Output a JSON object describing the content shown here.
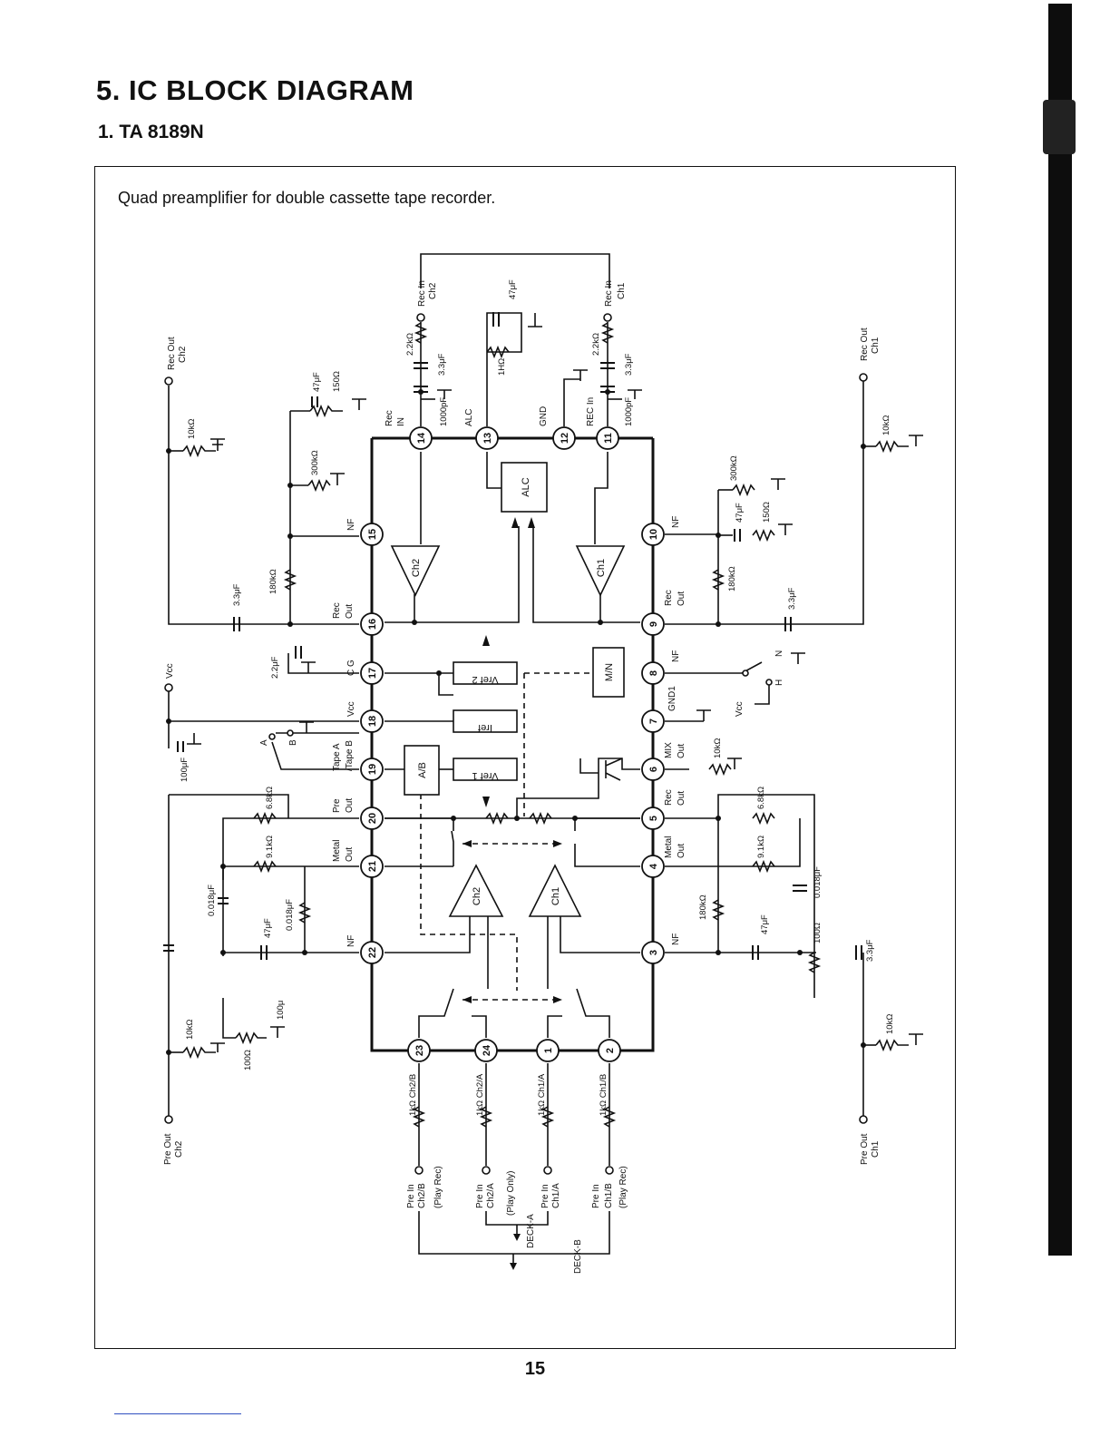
{
  "page": {
    "heading": "5. IC BLOCK DIAGRAM",
    "subheading": "1. TA 8189N",
    "description": "Quad preamplifier for double cassette tape recorder.",
    "page_number": "15"
  },
  "pins": {
    "p1": "1",
    "p2": "2",
    "p3": "3",
    "p4": "4",
    "p5": "5",
    "p6": "6",
    "p7": "7",
    "p8": "8",
    "p9": "9",
    "p10": "10",
    "p11": "11",
    "p12": "12",
    "p13": "13",
    "p14": "14",
    "p15": "15",
    "p16": "16",
    "p17": "17",
    "p18": "18",
    "p19": "19",
    "p20": "20",
    "p21": "21",
    "p22": "22",
    "p23": "23",
    "p24": "24"
  },
  "blocks": {
    "alc": "ALC",
    "mn": "M/N",
    "vref2": "Vref 2",
    "iref": "Iref",
    "vref1": "Vref 1",
    "ab": "A/B",
    "ch2_rec": "Ch2",
    "ch1_rec": "Ch1",
    "ch2_pre": "Ch2",
    "ch1_pre": "Ch1"
  },
  "pin_labels": {
    "rec_in_14": "Rec",
    "rec_in_14b": "IN",
    "alc_13": "ALC",
    "gnd_12": "GND",
    "rec_in_11": "REC In",
    "nf_15": "NF",
    "rec_out_16": "Rec",
    "rec_out_16b": "Out",
    "cg_17": "C G",
    "vcc_18": "Vcc",
    "tape_19a": "Tape A",
    "tape_19b": "/Tape B",
    "pre_20": "Pre",
    "pre_20b": "Out",
    "metal_21": "Metal",
    "metal_21b": "Out",
    "nf_22": "NF",
    "nf_10": "NF",
    "rec_out_9": "Rec",
    "rec_out_9b": "Out",
    "nf_8": "NF",
    "gnd1_7": "GND1",
    "mix_6": "MIX",
    "mix_6b": "Out",
    "rec_out_5": "Rec",
    "rec_out_5b": "Out",
    "metal_4": "Metal",
    "metal_4b": "Out",
    "nf_3": "NF"
  },
  "terminals": {
    "rec_in_ch2": "Rec In",
    "rec_in_ch2b": "Ch2",
    "rec_in_ch1": "Rec In",
    "rec_in_ch1b": "Ch1",
    "rec_out_ch2": "Rec Out",
    "rec_out_ch2b": "Ch2",
    "rec_out_ch1": "Rec Out",
    "rec_out_ch1b": "Ch1",
    "vcc_left": "Vcc",
    "vcc_right": "Vcc",
    "pre_out_ch2": "Pre Out",
    "pre_out_ch2b": "Ch2",
    "pre_out_ch1": "Pre Out",
    "pre_out_ch1b": "Ch1",
    "pre_in_23": "Pre In",
    "pre_in_23b": "Ch2/B",
    "pre_in_23c": "(Play Rec)",
    "pre_in_24": "Pre In",
    "pre_in_24b": "Ch2/A",
    "pre_in_24c": "(Play Only)",
    "pre_in_1": "Pre In",
    "pre_in_1b": "Ch1/A",
    "pre_in_2": "Pre In",
    "pre_in_2b": "Ch1/B",
    "pre_in_2c": "(Play Rec)",
    "deck_a": "DECK-A",
    "deck_b": "DECK-B",
    "sw_a": "A",
    "sw_b": "B",
    "sw_n": "N",
    "sw_h": "H"
  },
  "components": {
    "r_2k2_l": "2.2kΩ",
    "c_3u3_l": "3.3μF",
    "c_1000p_l": "1000pF",
    "r_2k2_r": "2.2kΩ",
    "c_3u3_r": "3.3μF",
    "c_1000p_r": "1000pF",
    "c_47u_alc": "47μF",
    "r_1h": "1HΩ",
    "c_47u_l": "47μF",
    "r_150_l": "150Ω",
    "r_10k_l": "10kΩ",
    "r_300k_l": "300kΩ",
    "r_180k_l": "180kΩ",
    "c_3u3_out_l": "3.3μF",
    "r_300k_r": "300kΩ",
    "c_47u_r": "47μF",
    "r_150_r": "150Ω",
    "r_180k_r": "180kΩ",
    "c_3u3_out_r": "3.3μF",
    "r_10k_r": "10kΩ",
    "c_2u2": "2.2μF",
    "c_100u": "100μF",
    "r_10k_mix": "10kΩ",
    "r_6k8_l": "6.8kΩ",
    "r_9k1_l": "9.1kΩ",
    "c_018_l": "0.018μF",
    "c_018_l2": "0.018μF",
    "c_47u_nf_l": "47μF",
    "r_10k_pre_l": "10kΩ",
    "r_100_l": "100Ω",
    "c_100u_l": "100μ",
    "r_6k8_r": "6.8kΩ",
    "r_9k1_r": "9.1kΩ",
    "c_018_r": "0.018μF",
    "r_180k_nf_r": "180kΩ",
    "c_47u_nf_r": "47μF",
    "r_100_r": "100Ω",
    "c_3u3_pre_r": "3.3μF",
    "r_10k_pre_r": "10kΩ",
    "r_1k_23": "1kΩ Ch2/B",
    "r_1k_24": "1kΩ Ch2/A",
    "r_1k_1": "1kΩ Ch1/A",
    "r_1k_2": "1kΩ Ch1/B"
  },
  "colors": {
    "ink": "#111111",
    "paper": "#ffffff"
  }
}
